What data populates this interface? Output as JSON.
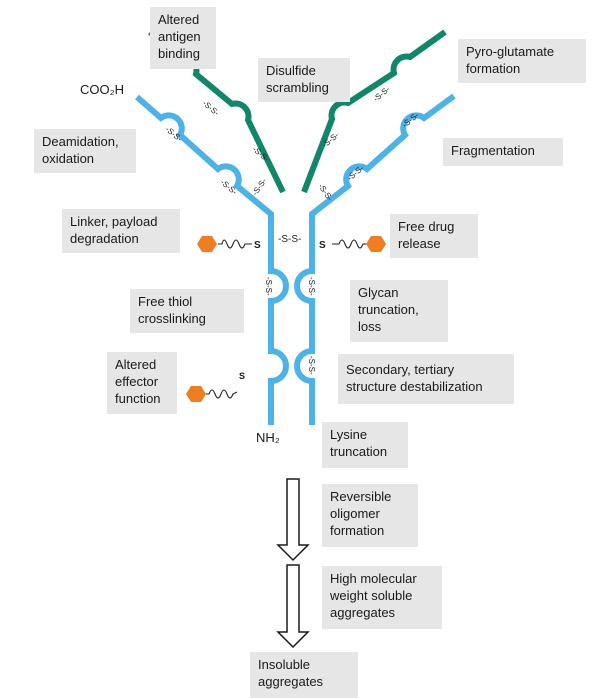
{
  "colors": {
    "heavy_chain": "#4db3e6",
    "light_chain": "#11876a",
    "payload": "#ef7d22",
    "label_bg": "#e6e6e6"
  },
  "chain_labels": {
    "cooh": "COO₂H",
    "nh2": "NH₂",
    "disulfide": "-S-S-",
    "sulfur": "S"
  },
  "labels": {
    "altered_antigen": "Altered\nantigen\nbinding",
    "disulfide_scrambling": "Disulfide\nscrambling",
    "pyroglutamate": "Pyro-glutamate\nformation",
    "deamidation": "Deamidation,\noxidation",
    "fragmentation": "Fragmentation",
    "linker": "Linker, payload\ndegradation",
    "free_drug": "Free drug\nrelease",
    "free_thiol": "Free thiol\ncrosslinking",
    "glycan": "Glycan\ntruncation,\nloss",
    "altered_effector": "Altered\neffector\nfunction",
    "secondary": "Secondary, tertiary\nstructure destabilization",
    "lysine": "Lysine\ntruncation",
    "reversible": "Reversible\noligomer\nformation",
    "hmw": "High molecular\nweight soluble\naggregates",
    "insoluble": "Insoluble\naggregates"
  },
  "icons": [
    "payload-hexagon-icon",
    "down-arrow-icon"
  ]
}
